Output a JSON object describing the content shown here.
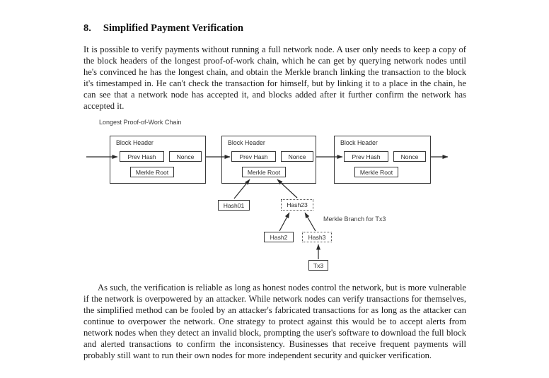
{
  "heading": {
    "number": "8.",
    "title": "Simplified Payment Verification"
  },
  "paragraphs": {
    "p1": "It is possible to verify payments without running a full network node.  A user only needs to keep a copy of the block headers of the longest proof-of-work chain, which he can get by querying network nodes until he's convinced he has the longest chain, and obtain the Merkle branch linking the transaction to the block it's timestamped in.  He can't check the transaction for himself, but by linking it to a place in the chain, he can see that a network node has accepted it, and blocks added after it further confirm the network has accepted it.",
    "p2": "As such, the verification is reliable as long as honest nodes control the network, but is more vulnerable if the network is overpowered by an attacker.  While network nodes can verify transactions for themselves, the simplified method can be fooled by an attacker's fabricated transactions for as long as the attacker can continue to overpower the network.  One strategy to protect against this would be to accept alerts from network nodes when they detect an invalid block, prompting the user's software to download the full block and alerted transactions to confirm the inconsistency.  Businesses that receive frequent payments will probably still want to run their own nodes for more independent security and quicker verification."
  },
  "diagram": {
    "chain_label": "Longest Proof-of-Work Chain",
    "blocks": [
      {
        "header": "Block Header",
        "prev_hash": "Prev Hash",
        "nonce": "Nonce",
        "merkle_root": "Merkle Root"
      },
      {
        "header": "Block Header",
        "prev_hash": "Prev Hash",
        "nonce": "Nonce",
        "merkle_root": "Merkle Root"
      },
      {
        "header": "Block Header",
        "prev_hash": "Prev Hash",
        "nonce": "Nonce",
        "merkle_root": "Merkle Root"
      }
    ],
    "merkle": {
      "hash01": "Hash01",
      "hash23": "Hash23",
      "hash2": "Hash2",
      "hash3": "Hash3",
      "tx3": "Tx3",
      "branch_label": "Merkle Branch for Tx3"
    },
    "line_color": "#2a2a2a"
  }
}
